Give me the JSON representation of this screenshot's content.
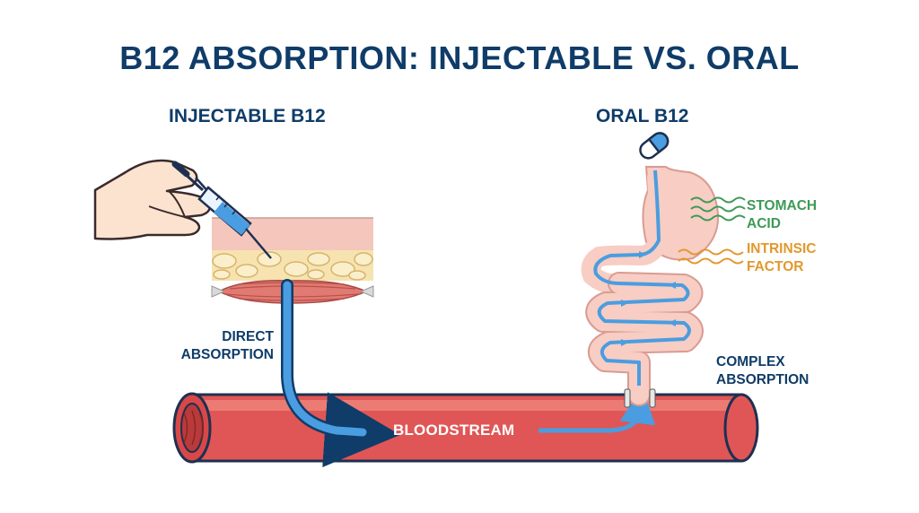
{
  "title": "B12 ABSORPTION: INJECTABLE VS. ORAL",
  "injectable": {
    "heading": "INJECTABLE B12",
    "path_label_line1": "DIRECT",
    "path_label_line2": "ABSORPTION"
  },
  "oral": {
    "heading": "ORAL B12",
    "acid_label_line1": "STOMACH",
    "acid_label_line2": "ACID",
    "factor_label_line1": "INTRINSIC",
    "factor_label_line2": "FACTOR",
    "path_label_line1": "COMPLEX",
    "path_label_line2": "ABSORPTION"
  },
  "bloodstream_label": "BLOODSTREAM",
  "colors": {
    "title_navy": "#0f3c68",
    "arrow_blue": "#4a9de0",
    "vessel_red": "#e05656",
    "stomach_acid_green": "#3d9a57",
    "intrinsic_factor_orange": "#e2982d",
    "gut_pink": "#f7cdc4"
  },
  "icons": [
    "hand-icon",
    "syringe-icon",
    "pill-capsule-icon",
    "stomach-icon",
    "intestine-icon",
    "blood-vessel-icon"
  ]
}
